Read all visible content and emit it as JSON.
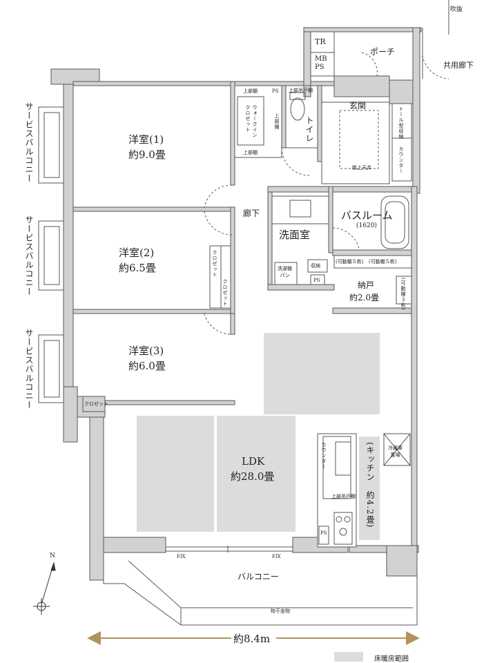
{
  "colors": {
    "wall": "#d2d2d2",
    "wall_stroke": "#555555",
    "floor_heating": "#dcdcdc",
    "dimension": "#b0945a"
  },
  "labels": {
    "fukinuke": "吹抜",
    "porch": "ポーチ",
    "common_corridor": "共用廊下",
    "tr": "TR",
    "mb_ps": "MB\nPS",
    "genkan": "玄関",
    "toilet": "トイレ",
    "tall_shoe_storage": "トール型収納",
    "counter": "カウンター",
    "step_board": "踏上天井",
    "service_balcony": "サービスバルコニー",
    "room1": "洋室(1)",
    "room1_size": "約9.0畳",
    "room2": "洋室(2)",
    "room2_size": "約6.5畳",
    "room3": "洋室(3)",
    "room3_size": "約6.0畳",
    "upper_shelf": "上部棚",
    "walk_in_closet": "ウォークイン\nクロゼット",
    "ps": "PS",
    "toilet_upper": "上部吊戸棚",
    "closet": "クロゼット",
    "corridor": "廊下",
    "washroom": "洗面室",
    "bathroom": "バスルーム",
    "bath_size": "(1620)",
    "washer_pan": "洗濯機\nパン",
    "storage": "収納",
    "nando": "納戸",
    "nando_size": "約2.0畳",
    "movable_shelf5": "(可動棚５枚)",
    "movable_shelf3": "(可動棚３枚)",
    "ldk": "LDK",
    "ldk_size": "約28.0畳",
    "kitchen": "(キッチン　約4.2畳)",
    "kitchen_counter": "カウンター",
    "upper_cabinet": "上部吊戸棚",
    "fridge": "冷蔵庫\n置場",
    "fix": "FIX",
    "balcony": "バルコニー",
    "drying_rack": "物干金物",
    "north": "N",
    "dimension": "約8.4m",
    "legend": "床暖房範囲"
  }
}
